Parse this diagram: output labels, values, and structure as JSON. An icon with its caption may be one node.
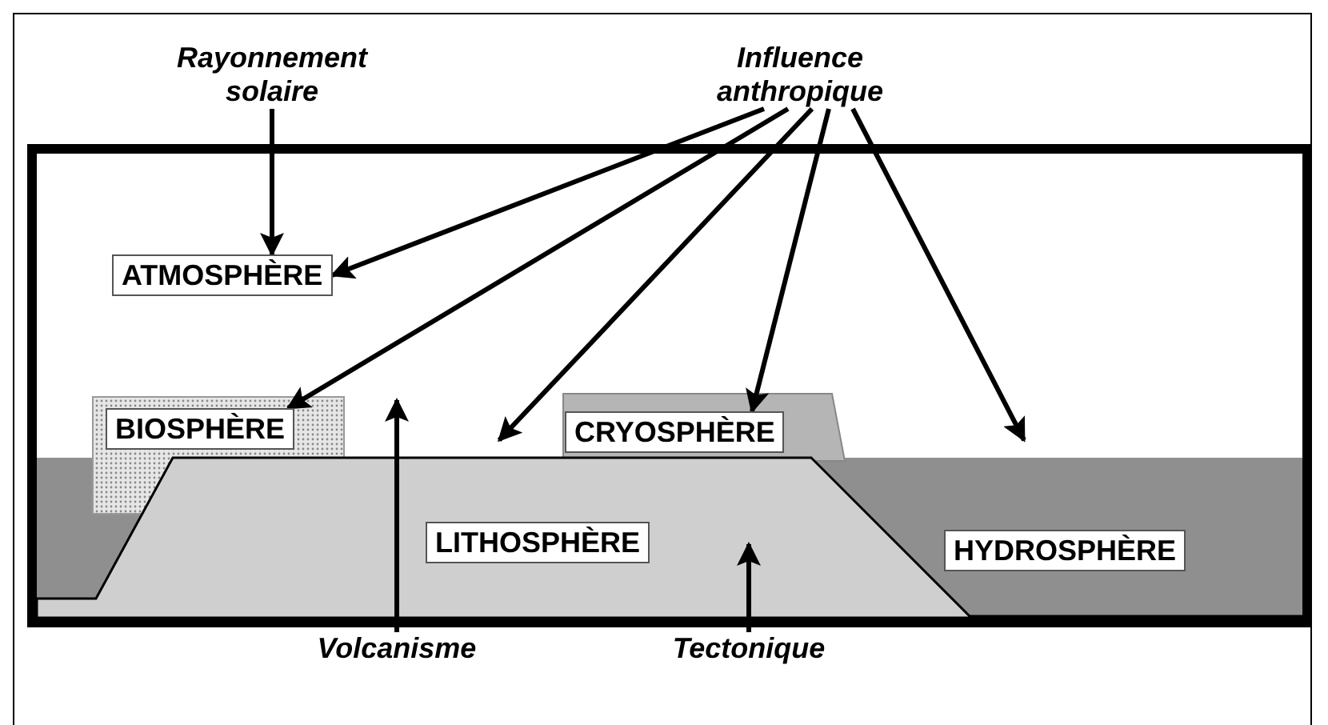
{
  "diagram": {
    "nodes": [
      {
        "text": [
          "Rayonnement solaire"
        ]
      },
      {
        "text": [
          "Influence anthropique"
        ]
      },
      {
        "text": [],
        "shape": "box"
      },
      {
        "text": [
          "ATMOSPHÈRE"
        ],
        "in": 2
      },
      {
        "text": [
          "BIOSPHÈRE"
        ],
        "in": 2
      },
      {
        "text": [
          "CRYOSPHÈRE"
        ],
        "in": 2
      },
      {
        "text": [
          "LITHOSPHÈRE"
        ],
        "in": 2
      },
      {
        "text": [
          "HYDROSPHÈRE"
        ],
        "in": 2
      },
      {
        "text": [
          "Volcanisme"
        ]
      },
      {
        "text": [
          "Tectonique"
        ]
      }
    ],
    "edges": [
      {
        "from": 0,
        "to": 3,
        "arrow": "to"
      },
      {
        "from": 1,
        "to": 3,
        "arrow": "to"
      },
      {
        "from": 1,
        "to": 4,
        "arrow": "to"
      },
      {
        "from": 1,
        "to": null,
        "arrow": "to"
      },
      {
        "from": 1,
        "to": 5,
        "arrow": "to"
      },
      {
        "from": 1,
        "to": null,
        "arrow": "to"
      },
      {
        "from": 8,
        "to": null,
        "arrow": "to"
      },
      {
        "from": 9,
        "to": null,
        "arrow": "to"
      }
    ]
  }
}
